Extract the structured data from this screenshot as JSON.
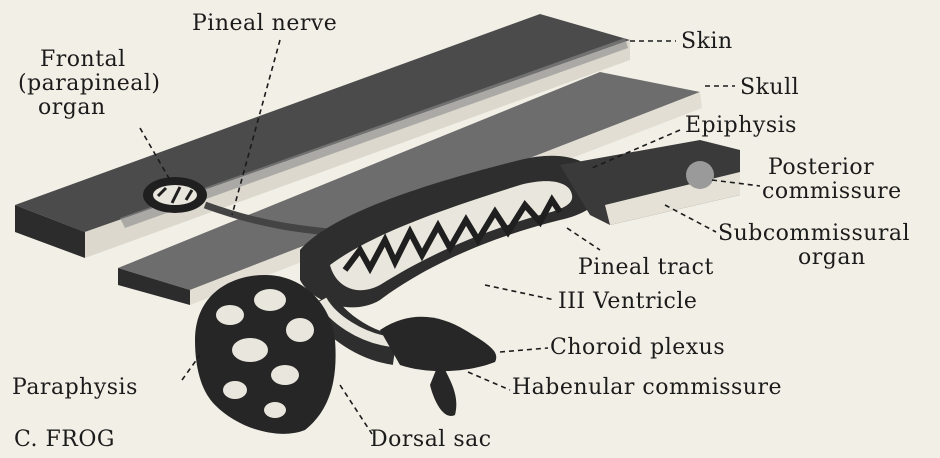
{
  "figure": {
    "panel_label": "C. FROG",
    "labels": {
      "pineal_nerve": "Pineal nerve",
      "frontal_line1": "Frontal",
      "frontal_line2": "(parapineal)",
      "frontal_line3": "organ",
      "skin": "Skin",
      "skull": "Skull",
      "epiphysis": "Epiphysis",
      "posterior_line1": "Posterior",
      "posterior_line2": "commissure",
      "subcommissural_line1": "Subcommissural",
      "subcommissural_line2": "organ",
      "pineal_tract": "Pineal tract",
      "third_ventricle": "III Ventricle",
      "choroid_plexus": "Choroid plexus",
      "habenular_commissure": "Habenular commissure",
      "paraphysis": "Paraphysis",
      "dorsal_sac": "Dorsal sac"
    }
  },
  "colors": {
    "background": "#f2efe6",
    "ink": "#1b1b1b",
    "dark": "#2f2f2f",
    "mid": "#5a5a5a",
    "light": "#e9e6dd"
  }
}
